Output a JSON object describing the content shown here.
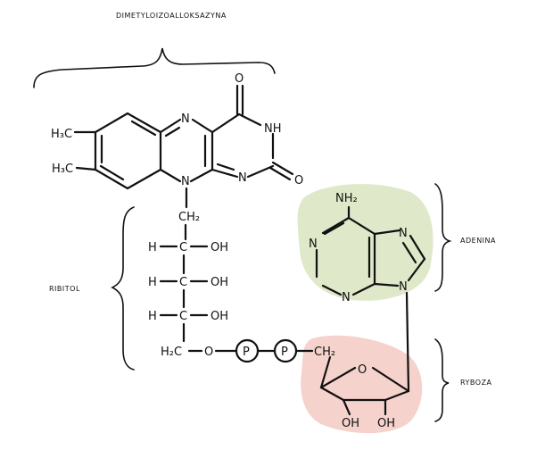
{
  "colors": {
    "ink": "#111111",
    "adenine_highlight": "#dfe8c8",
    "ribose_highlight": "#f6d2cc"
  },
  "annotations": {
    "top": "DIMETYLOIZOALLOKSAZYNA",
    "ribitol": "RIBITOL",
    "adenine": "ADENINA",
    "ribose": "RYBOZA"
  },
  "flavin": {
    "methyl_a": "H₃C",
    "methyl_b": "H₃C",
    "n_top": "N",
    "n_bottom": "N",
    "n_right": "N",
    "nh": "NH",
    "o_top": "O",
    "o_right": "O"
  },
  "ribitol_chain": {
    "ch2_top": "CH₂",
    "row1": {
      "h": "H",
      "c": "C",
      "oh": "OH"
    },
    "row2": {
      "h": "H",
      "c": "C",
      "oh": "OH"
    },
    "row3": {
      "h": "H",
      "c": "C",
      "oh": "OH"
    },
    "h2c": "H₂C",
    "o_link": "O",
    "phosphate_1": "P",
    "phosphate_2": "P",
    "ch2_ribose": "CH₂"
  },
  "adenine": {
    "nh2": "NH₂",
    "n1": "N",
    "n3": "N",
    "n7": "N",
    "n9": "N"
  },
  "ribose": {
    "o_ring": "O",
    "oh_left": "OH",
    "oh_right": "OH"
  }
}
